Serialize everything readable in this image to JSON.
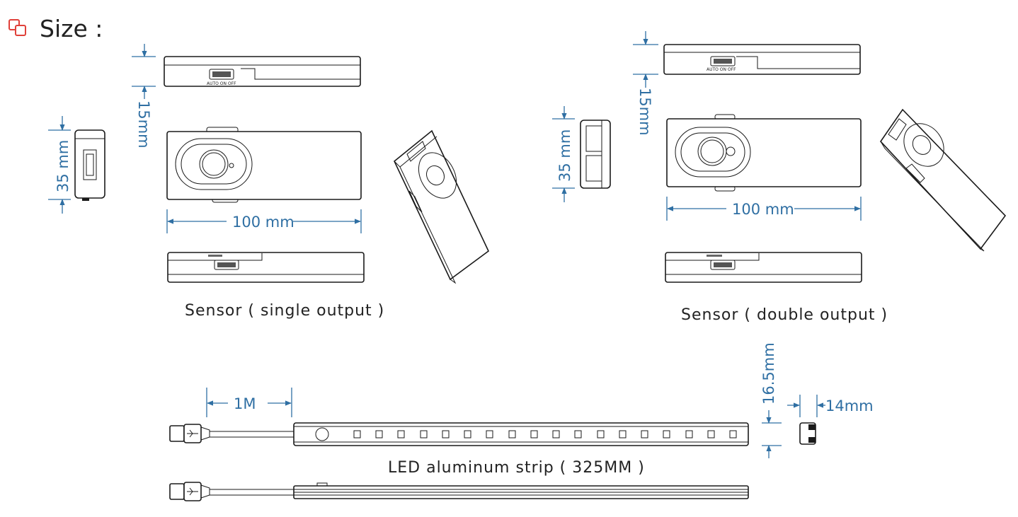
{
  "header": {
    "title": "Size :",
    "icon": "overlapping-squares-icon",
    "accent": "#e0413a"
  },
  "dimension_color": "#2f6fa3",
  "single_sensor": {
    "caption": "Sensor ( single output )",
    "height_label": "15mm",
    "width_label": "35 mm",
    "length_label": "100 mm",
    "switch_label": "AUTO  ON  OFF"
  },
  "double_sensor": {
    "caption": "Sensor ( double output )",
    "height_label": "15mm",
    "width_label": "35 mm",
    "length_label": "100 mm",
    "switch_label": "AUTO  ON  OFF"
  },
  "strip": {
    "caption": "LED aluminum strip  ( 325MM )",
    "cable_label": "1M",
    "height_label": "16.5mm",
    "width_label": "14mm"
  }
}
